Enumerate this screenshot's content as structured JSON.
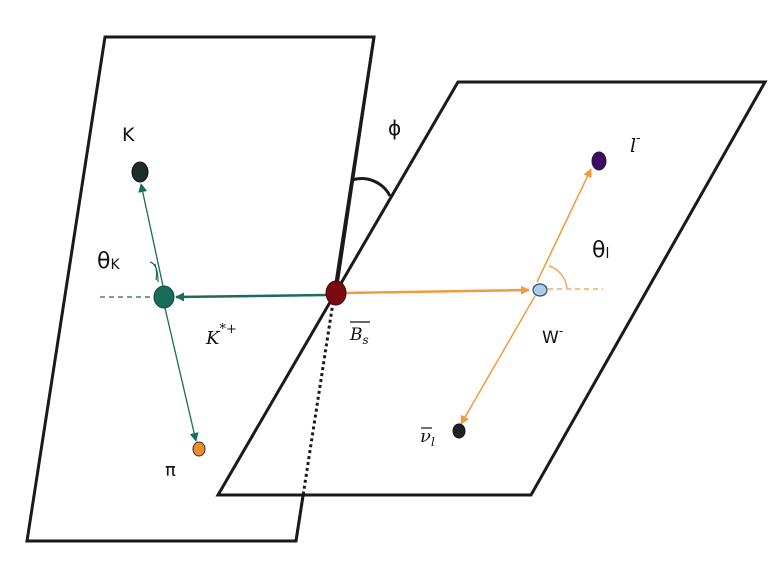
{
  "colors": {
    "line": "#1a1a1a",
    "green": "#1a6b5a",
    "orange": "#f29a3e",
    "bs_fill": "#7a0a10",
    "w_fill": "#a9cdeb",
    "lepton_fill": "#3d0a6b",
    "pion_fill": "#f08a2a",
    "neutrino_fill": "#222222",
    "kaon_fill": "#1f2d2a"
  },
  "labels": {
    "kaon": "K",
    "pion": "π",
    "kstar_base": "K",
    "kstar_sup": "*+",
    "theta_k_symbol": "θ",
    "theta_k_sub": "K",
    "phi": "ϕ",
    "bs_bar": "B",
    "bs_sub": "s",
    "lepton_base": "l",
    "lepton_sup": "-",
    "theta_l_symbol": "θ",
    "theta_l_sub": "l",
    "w_base": "W",
    "w_sup": "-",
    "nu_base": "ν",
    "nu_sub": "l"
  }
}
